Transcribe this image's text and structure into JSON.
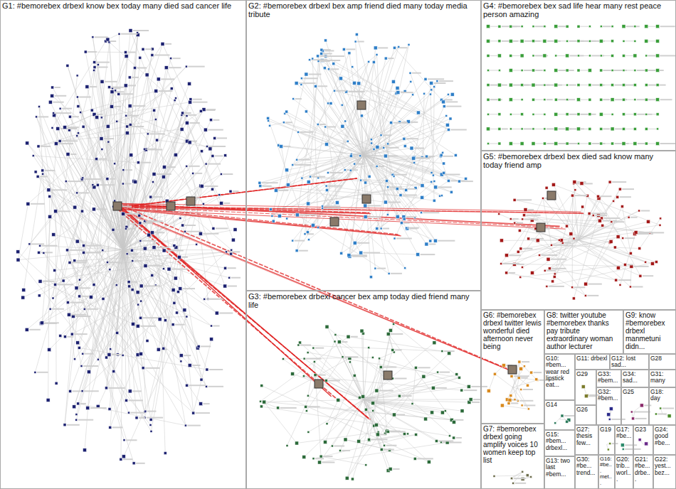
{
  "diagram": {
    "nodes": [
      {
        "text": [
          "G1: #bemorebex drbexl know bex today many died sad cancer life"
        ]
      },
      {
        "text": [
          "G2: #bemorebex drbexl bex amp friend died many today media tribute"
        ]
      },
      {
        "text": [
          "G4: #bemorebex bex sad life hear many rest peace person amazing"
        ]
      },
      {
        "text": [
          "G5: #bemorebex drbexl bex died sad know many today friend amp"
        ]
      },
      {
        "text": [
          "G3: #bemorebex drbexl cancer bex amp today died friend many life"
        ]
      },
      {
        "text": [
          "G6: #bemorebex drbexl twitter lewis wonderful died afternoon never being"
        ]
      },
      {
        "text": [
          "G8: twitter youtube #bemorebex thanks pay tribute extraordinary woman author lecturer"
        ]
      },
      {
        "text": [
          "G9: know #bemorebex drbexl manmetuni didn..."
        ]
      },
      {
        "text": [
          "G10: #bem... wear red lipstick eat..."
        ]
      },
      {
        "text": [
          "G11: drbexl"
        ]
      },
      {
        "text": [
          "G12: lost sad..."
        ]
      },
      {
        "text": [
          "G28"
        ]
      },
      {
        "text": [
          "G29"
        ]
      },
      {
        "text": [
          "G33: #bem..."
        ]
      },
      {
        "text": [
          "G34: sad..."
        ]
      },
      {
        "text": [
          "G31: many"
        ]
      },
      {
        "text": [
          "G14"
        ]
      },
      {
        "text": [
          "G26"
        ]
      },
      {
        "text": [
          "G32: #bem..."
        ]
      },
      {
        "text": [
          "G25"
        ]
      },
      {
        "text": [
          "G18: day"
        ]
      },
      {
        "text": [
          "G15: #bem... drbexl..."
        ]
      },
      {
        "text": [
          "G27: thesis few..."
        ]
      },
      {
        "text": [
          "G19"
        ]
      },
      {
        "text": [
          "G17: #be..."
        ]
      },
      {
        "text": [
          "G23"
        ]
      },
      {
        "text": [
          "G24: good #be..."
        ]
      },
      {
        "text": [
          "G7: #bemorebex drbexl going amplify voices 10 women keep top list"
        ]
      },
      {
        "text": [
          "G13: two last #bem..."
        ]
      },
      {
        "text": [
          "G30: #be... trend..."
        ]
      },
      {
        "text": [
          "G16: #be... met..."
        ]
      },
      {
        "text": [
          "G20: trib... worl..."
        ]
      },
      {
        "text": [
          "G21: #be... drbe..."
        ]
      },
      {
        "text": [
          "G22: yest... bez..."
        ]
      }
    ]
  }
}
